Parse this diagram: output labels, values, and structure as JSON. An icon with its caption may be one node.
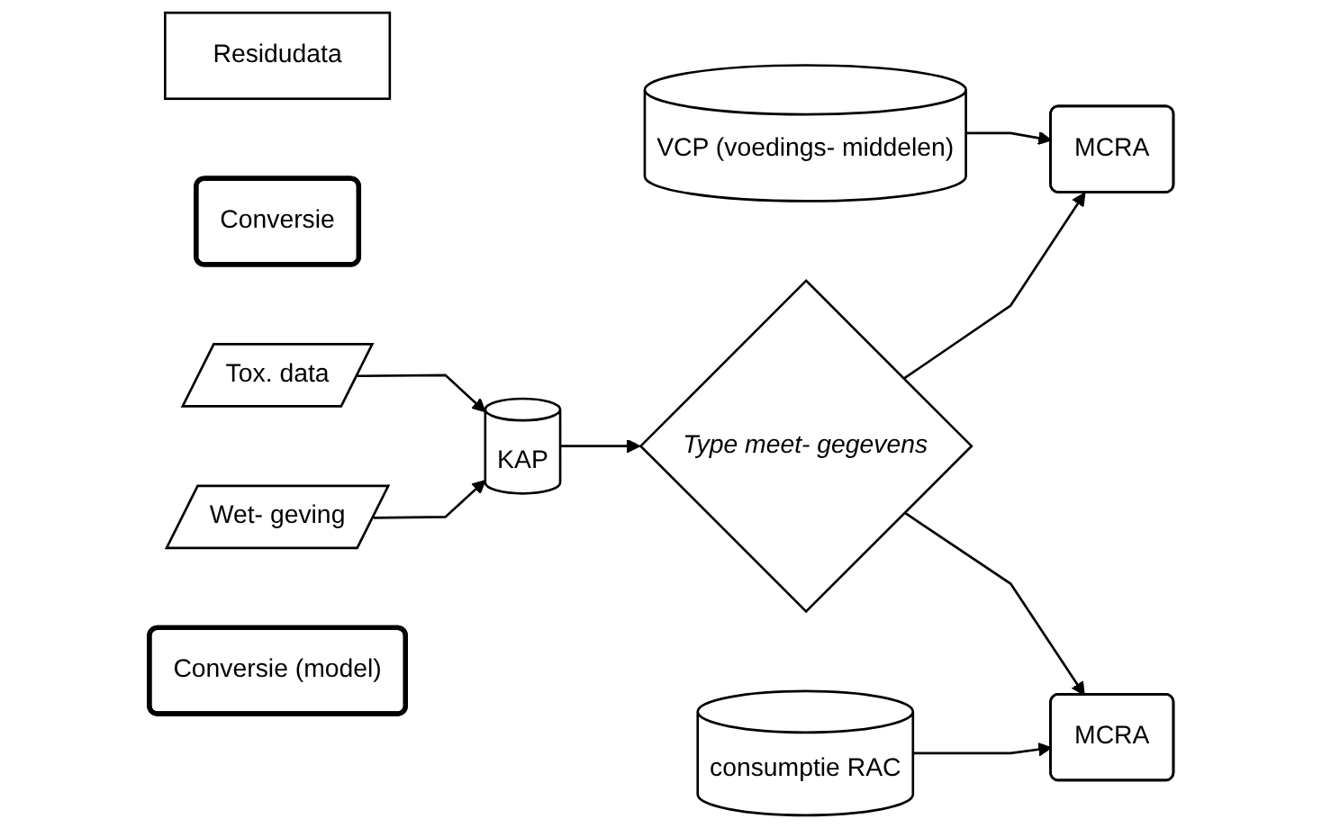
{
  "diagram": {
    "nodes": [
      {
        "text": [
          "Residudata"
        ]
      },
      {
        "text": [
          "Conversie"
        ]
      },
      {
        "text": [
          "KAP"
        ]
      },
      {
        "text": [
          "Tox. data"
        ]
      },
      {
        "text": [
          "Wet- geving"
        ]
      },
      {
        "text": [
          "Type meet- gegevens"
        ]
      },
      {
        "text": [
          "VCP (voedings- middelen)"
        ]
      },
      {
        "text": [
          "MCRA"
        ]
      },
      {
        "text": [
          "Conversie (model)"
        ]
      },
      {
        "text": [
          "consumptie RAC"
        ]
      },
      {
        "text": [
          "MCRA"
        ]
      }
    ],
    "edges": [
      {
        "from": 3,
        "to": 2,
        "arrow": "to"
      },
      {
        "from": 4,
        "to": 2,
        "arrow": "to"
      },
      {
        "from": 2,
        "to": 5,
        "arrow": "to"
      },
      {
        "from": 5,
        "to": 7,
        "arrow": "to"
      },
      {
        "from": 6,
        "to": 7,
        "arrow": "to"
      },
      {
        "from": 5,
        "to": 10,
        "arrow": "to"
      },
      {
        "from": 9,
        "to": 10,
        "arrow": "to"
      }
    ]
  }
}
